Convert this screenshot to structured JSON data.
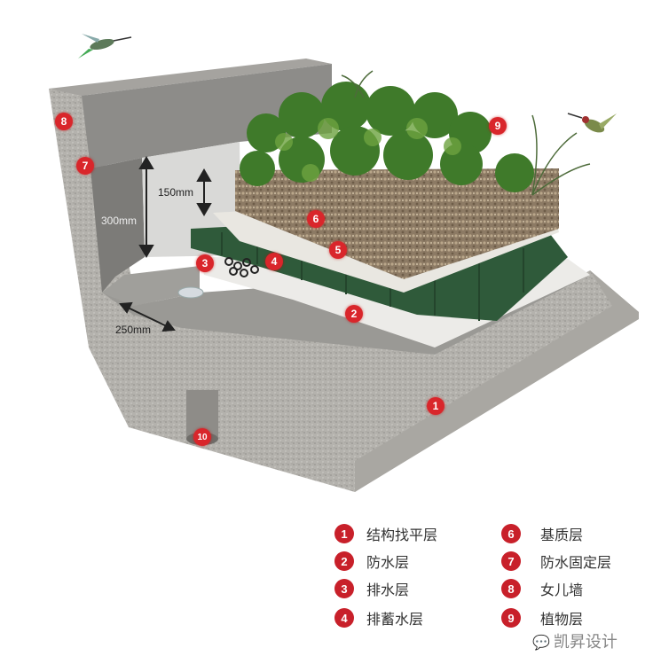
{
  "diagram": {
    "markers": [
      {
        "n": "1"
      },
      {
        "n": "2"
      },
      {
        "n": "3"
      },
      {
        "n": "4"
      },
      {
        "n": "5"
      },
      {
        "n": "6"
      },
      {
        "n": "7"
      },
      {
        "n": "8"
      },
      {
        "n": "9"
      },
      {
        "n": "10"
      }
    ],
    "dimensions": {
      "parapet_height": "300mm",
      "clearance": "150mm",
      "gutter_width": "250mm"
    }
  },
  "legend": {
    "items": [
      {
        "n": "1",
        "label": "结构找平层"
      },
      {
        "n": "2",
        "label": "防水层"
      },
      {
        "n": "3",
        "label": "排水层"
      },
      {
        "n": "4",
        "label": "排蓄水层"
      },
      {
        "n": "6",
        "label": "基质层"
      },
      {
        "n": "7",
        "label": "防水固定层"
      },
      {
        "n": "8",
        "label": "女儿墙"
      },
      {
        "n": "9",
        "label": "植物层"
      }
    ]
  },
  "watermark": {
    "icon": "wechat-icon",
    "text": "凯昇设计"
  },
  "colors": {
    "marker": "#d9262b",
    "drainage_board": "#2f5a3a",
    "concrete": "#b3b1ac"
  }
}
